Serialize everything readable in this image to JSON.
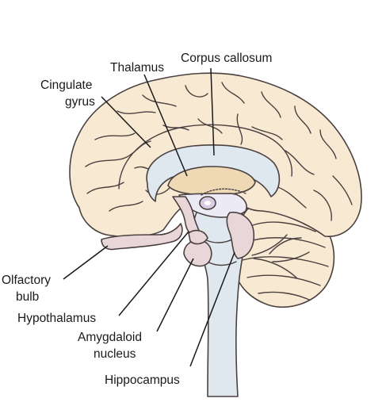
{
  "labels": {
    "corpus_callosum": "Corpus callosum",
    "thalamus": "Thalamus",
    "cingulate_gyrus_line1": "Cingulate",
    "cingulate_gyrus_line2": "gyrus",
    "olfactory_bulb_line1": "Olfactory",
    "olfactory_bulb_line2": "bulb",
    "hypothalamus": "Hypothalamus",
    "amygdaloid_nucleus_line1": "Amygdaloid",
    "amygdaloid_nucleus_line2": "nucleus",
    "hippocampus": "Hippocampus"
  },
  "colors": {
    "cortex": "#f8ead2",
    "corpus_callosum": "#dfe7ef",
    "thalamus": "#efd9b4",
    "limbic": "#e8d6d9",
    "brainstem": "#dfe7ef",
    "hypothalamus": "#d9cde6",
    "outline": "#4a4040"
  }
}
